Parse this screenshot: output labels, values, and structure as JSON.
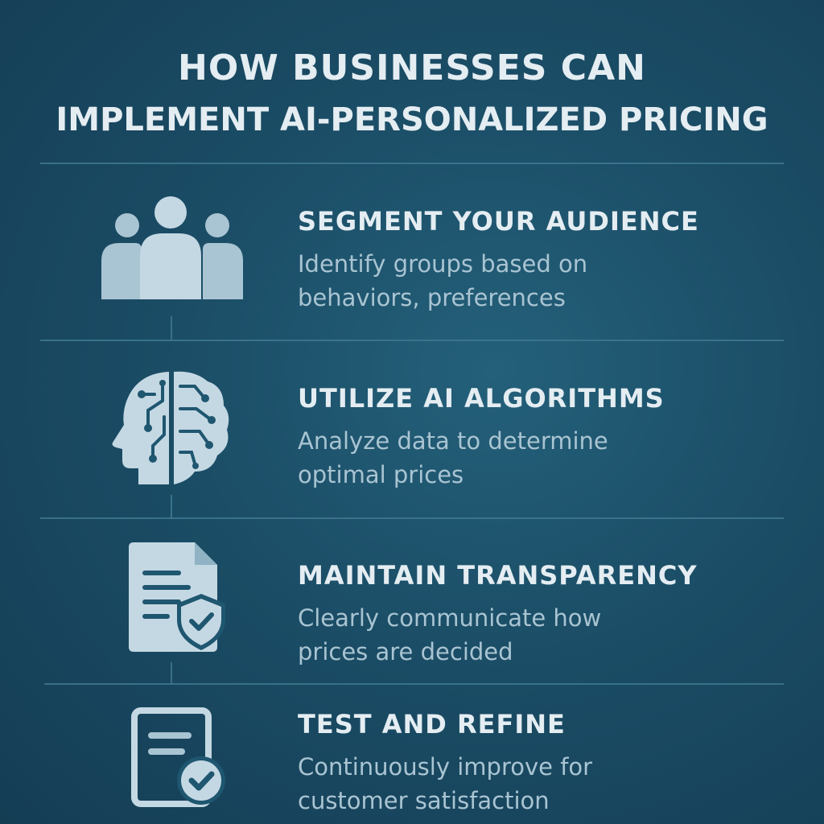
{
  "title": {
    "line1": "HOW BUSINESSES CAN",
    "line2": "IMPLEMENT AI-PERSONALIZED PRICING"
  },
  "steps": [
    {
      "icon": "audience-group-icon",
      "title": "SEGMENT YOUR AUDIENCE",
      "description": "Identify groups based on behaviors, preferences"
    },
    {
      "icon": "ai-brain-head-icon",
      "title": "UTILIZE AI ALGORITHMS",
      "description": "Analyze data to determine optimal prices"
    },
    {
      "icon": "document-shield-icon",
      "title": "MAINTAIN TRANSPARENCY",
      "description": "Clearly communicate how prices are decided"
    },
    {
      "icon": "document-check-icon",
      "title": "TEST AND REFINE",
      "description": "Continuously improve for customer satisfaction"
    }
  ],
  "colors": {
    "background": "#1b4d66",
    "heading_text": "#e4edf2",
    "body_text": "#a9c4d2",
    "icon": "#c4d8e3",
    "line": "#3f7890"
  }
}
